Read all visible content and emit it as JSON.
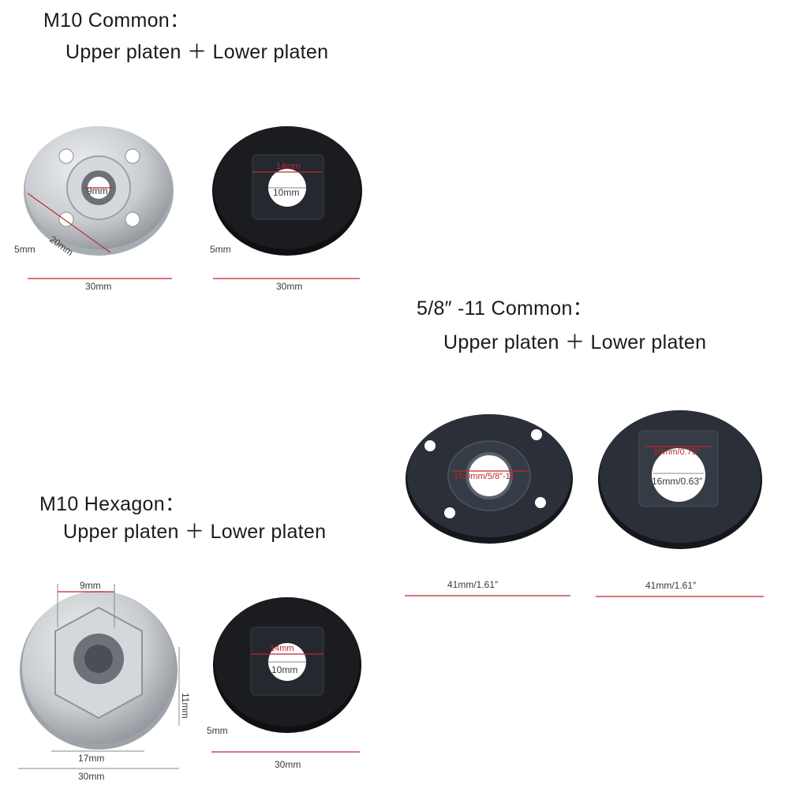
{
  "sections": {
    "m10_common": {
      "title": "M10   Common：",
      "subtitle": "Upper platen  ＋  Lower platen",
      "upper_dims": {
        "inner": "9mm",
        "diagonal": "20mm",
        "thickness": "5mm",
        "outer": "30mm"
      },
      "lower_dims": {
        "slot": "14mm",
        "hole": "10mm",
        "thickness": "5mm",
        "outer": "30mm"
      }
    },
    "imperial_common": {
      "title": "5/8″ -11  Common：",
      "subtitle": "Upper platen  ＋  Lower platen",
      "upper_dims": {
        "inner": "15.9mm/5/8″-11",
        "outer": "41mm/1.61″"
      },
      "lower_dims": {
        "slot": "19mm/0.75″",
        "hole": "16mm/0.63″",
        "outer": "41mm/1.61″"
      }
    },
    "m10_hexagon": {
      "title": "M10   Hexagon：",
      "subtitle": "Upper platen  ＋  Lower platen",
      "upper_dims": {
        "top": "9mm",
        "height": "11mm",
        "hex": "17mm",
        "outer": "30mm"
      },
      "lower_dims": {
        "slot": "14mm",
        "hole": "10mm",
        "thickness": "5mm",
        "outer": "30mm"
      }
    }
  },
  "colors": {
    "silver": "#c9ccd0",
    "black": "#1b1c1f",
    "dark_steel": "#2b3038",
    "dimension_red": "#c0262d"
  }
}
